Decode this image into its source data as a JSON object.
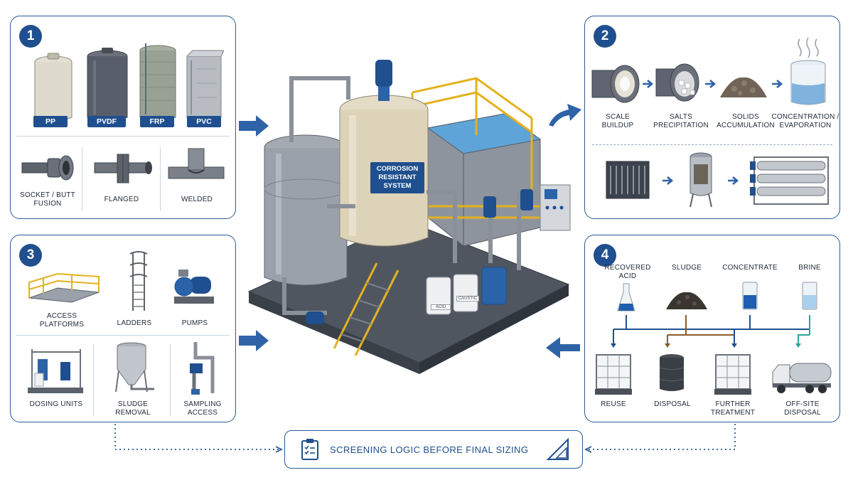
{
  "panel1": {
    "number": "1",
    "materials": [
      "PP",
      "PVDF",
      "FRP",
      "PVC"
    ],
    "joints": [
      {
        "label": "SOCKET / BUTT FUSION",
        "icon": "socket-pipe-icon"
      },
      {
        "label": "FLANGED",
        "icon": "flanged-pipe-icon"
      },
      {
        "label": "WELDED",
        "icon": "welded-pipe-icon"
      }
    ]
  },
  "panel2": {
    "number": "2",
    "stages": [
      "SCALE BUILDUP",
      "SALTS PRECIPITATION",
      "SOLIDS ACCUMULATION",
      "CONCENTRATION / EVAPORATION"
    ],
    "equipment_icons": [
      "heat-exchanger-icon",
      "filter-vessel-icon",
      "membrane-rack-icon"
    ]
  },
  "panel3": {
    "number": "3",
    "items": [
      "ACCESS PLATFORMS",
      "LADDERS",
      "PUMPS",
      "DOSING UNITS",
      "SLUDGE REMOVAL",
      "SAMPLING ACCESS"
    ]
  },
  "panel4": {
    "number": "4",
    "streams": [
      "RECOVERED ACID",
      "SLUDGE",
      "CONCENTRATE",
      "BRINE"
    ],
    "destinations": [
      "REUSE",
      "DISPOSAL",
      "FURTHER TREATMENT",
      "OFF-SITE DISPOSAL"
    ]
  },
  "center": {
    "tank_label": "CORROSION RESISTANT SYSTEM",
    "drum_labels": [
      "ACID",
      "CAUSTIC"
    ]
  },
  "footer": {
    "text": "SCREENING LOGIC BEFORE FINAL SIZING"
  },
  "colors": {
    "accent": "#1f4f8e",
    "border": "#2b5b94",
    "arrow": "#2f63a8",
    "railing": "#e3b21e"
  }
}
